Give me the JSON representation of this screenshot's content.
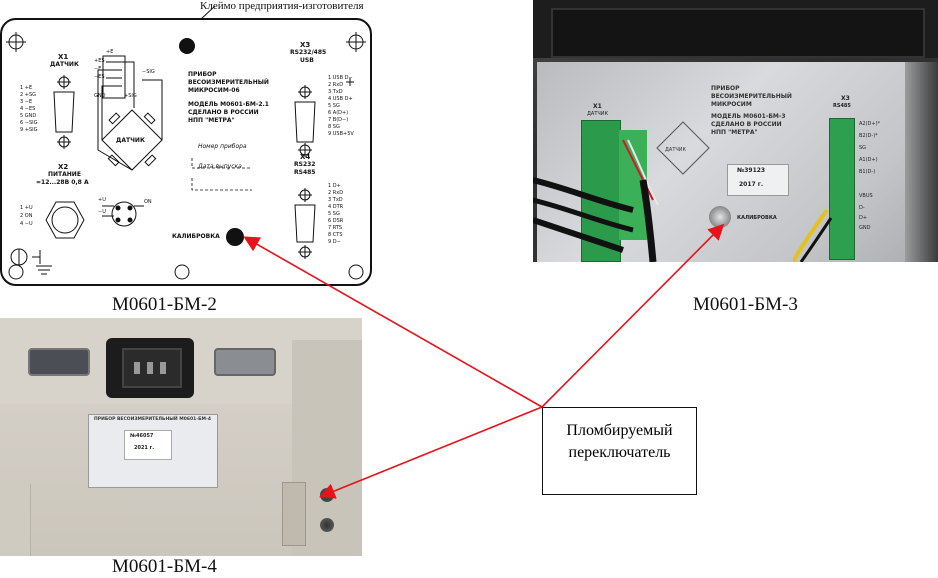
{
  "panel2": {
    "header": "Клеймо предприятия-изготовителя",
    "x1_title": "X1",
    "x1_sub": "ДАТЧИК",
    "x1_pins": [
      "1 +E",
      "2 +SG",
      "3 −E",
      "4 −ES",
      "5 GND",
      "6 −SIG",
      "9 +SIG"
    ],
    "bridge_labels": [
      "+E",
      "+ES",
      "−E",
      "−ES",
      "GND",
      "+SIG",
      "−SIG"
    ],
    "bridge_title": "ДАТЧИК",
    "x2_title": "X2",
    "x2_sub": "ПИТАНИЕ",
    "x2_spec": "=12...28В 0,8 А",
    "x2_pins": [
      "1 +U",
      "2 ON",
      "4 −U"
    ],
    "x2_plug": [
      "+U",
      "−U",
      "ON"
    ],
    "device_lines": [
      "ПРИБОР",
      "ВЕСОИЗМЕРИТЕЛЬНЫЙ",
      "МИКРОСИМ-06"
    ],
    "model_lines": [
      "МОДЕЛЬ  М0601-БМ-2.1",
      "СДЕЛАНО В РОССИИ",
      "НПП \"МЕТРА\""
    ],
    "serial_label": "Номер прибора",
    "date_label": "Дата выпуска",
    "x3_title": "X3",
    "x3_sub1": "RS232/485",
    "x3_sub2": "USB",
    "x3_pins": [
      "1 USB D−",
      "2 RxD",
      "3 TxD",
      "4 USB D+",
      "5 SG",
      "6 A(D+)",
      "7 B(D−)",
      "8 SG",
      "9 USB+5V"
    ],
    "x4_title": "X4",
    "x4_sub1": "RS232",
    "x4_sub2": "RS485",
    "x4_pins": [
      "1 D+",
      "2 RxD",
      "3 TxD",
      "4 DTR",
      "5 SG",
      "6 DSR",
      "7 RTS",
      "8 CTS",
      "9 D−"
    ],
    "calib": "КАЛИБРОВКА"
  },
  "photo3": {
    "x1": "X1",
    "x1_sub": "ДАТЧИК",
    "device_lines": [
      "ПРИБОР",
      "ВЕСОИЗМЕРИТЕЛЬНЫЙ",
      "МИКРОСИМ",
      "МОДЕЛЬ М0601-БМ-3",
      "СДЕЛАНО В РОССИИ",
      "НПП \"МЕТРА\""
    ],
    "bridge": "ДАТЧИК",
    "serial": "№39123",
    "year": "2017 г.",
    "calib": "КАЛИБРОВКА",
    "x3": "X3",
    "x3_sub": "RS485",
    "x3_pins": [
      "A2(D+)*",
      "B2(D-)*",
      "SG",
      "A1(D+)",
      "B1(D-)"
    ],
    "usb_pins": [
      "VBUS",
      "D-",
      "D+",
      "GND"
    ]
  },
  "photo4": {
    "plate_title": "ПРИБОР ВЕСОИЗМЕРИТЕЛЬНЫЙ  М0601-БМ-4",
    "serial": "№46057",
    "year": "2021 г."
  },
  "captions": {
    "c2": "М0601-БМ-2",
    "c3": "М0601-БМ-3",
    "c4": "М0601-БМ-4"
  },
  "callout": {
    "line1": "Пломбируемый",
    "line2": "переключатель"
  },
  "colors": {
    "arrow": "#e8121a"
  }
}
